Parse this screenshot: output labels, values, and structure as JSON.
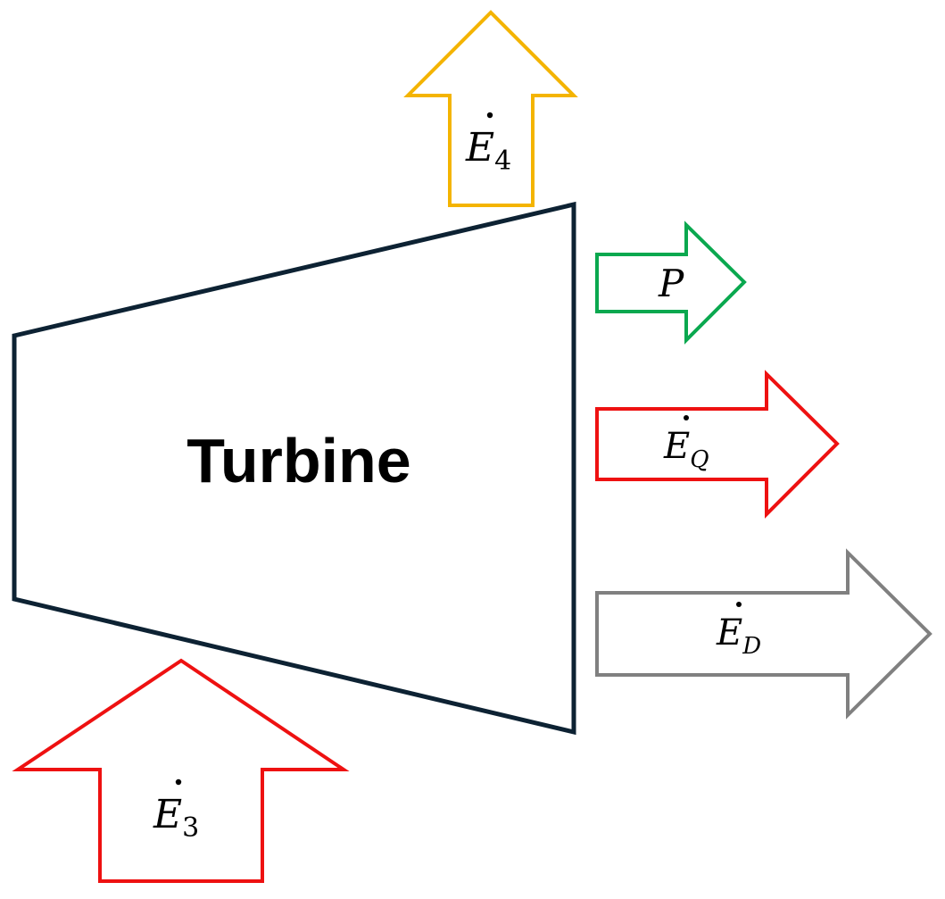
{
  "turbine": {
    "label": "Turbine",
    "stroke": "#0d2233"
  },
  "arrows": {
    "e4": {
      "symbol": "E",
      "subscript": "4",
      "color": "#f4b400",
      "direction": "up"
    },
    "p": {
      "symbol": "P",
      "subscript": "",
      "color": "#0aa84f",
      "direction": "right"
    },
    "eq": {
      "symbol": "E",
      "subscript": "Q",
      "color": "#ee1111",
      "direction": "right"
    },
    "ed": {
      "symbol": "E",
      "subscript": "D",
      "color": "#808080",
      "direction": "right"
    },
    "e3": {
      "symbol": "E",
      "subscript": "3",
      "color": "#ee1111",
      "direction": "up"
    }
  }
}
